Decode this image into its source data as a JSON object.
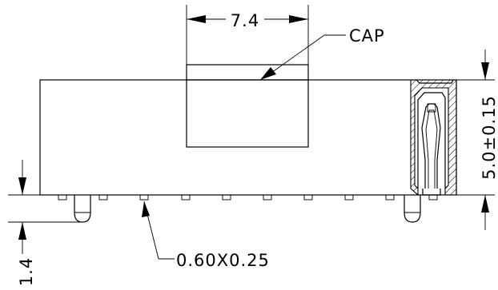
{
  "drawing": {
    "dimensions": {
      "cap_width": "7.4",
      "height": "5.0±0.15",
      "pin_extension": "1.4",
      "pin_size": "0.60X0.25"
    },
    "labels": {
      "cap": "CAP"
    }
  }
}
